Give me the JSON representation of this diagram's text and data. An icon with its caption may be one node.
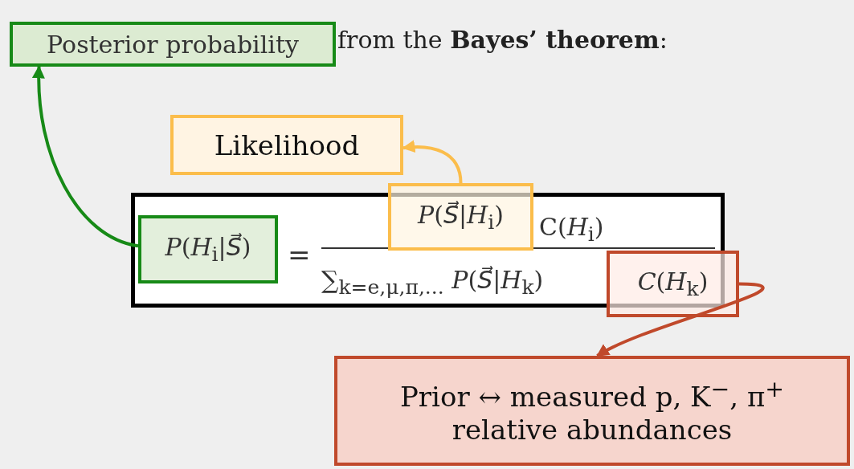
{
  "diagram": {
    "nodes": [
      {
        "text": [
          "Posterior probability"
        ]
      },
      {
        "text": [
          "=",
          "C(*H*$_{i}$)",
          "∑$_{k=e,μ,π,...}$ *P*(*S⃗*|*H*$_{k}$)"
        ]
      },
      {
        "text": [
          "*P*(*H*$_{i}$|*S⃗*)"
        ],
        "in": 1
      },
      {
        "text": [
          "*P*(*S⃗*|*H*$_{i}$)"
        ]
      },
      {
        "text": [
          "*C*(*H*$_{k}$)"
        ]
      },
      {
        "text": [
          "Likelihood"
        ]
      },
      {
        "text": [
          "Prior ↔ measured p, K$^{−}$, π$^{+}$ relative abundances"
        ]
      }
    ],
    "edges": [
      {
        "from": 2,
        "to": 0,
        "arrow": "to",
        "color": "#178a17"
      },
      {
        "from": 3,
        "to": 5,
        "arrow": "to",
        "color": "#fbbd4b"
      },
      {
        "from": 4,
        "to": 6,
        "arrow": "to",
        "color": "#c0492b"
      }
    ],
    "labels": [
      "from the **Bayes’ theorem**:"
    ]
  }
}
